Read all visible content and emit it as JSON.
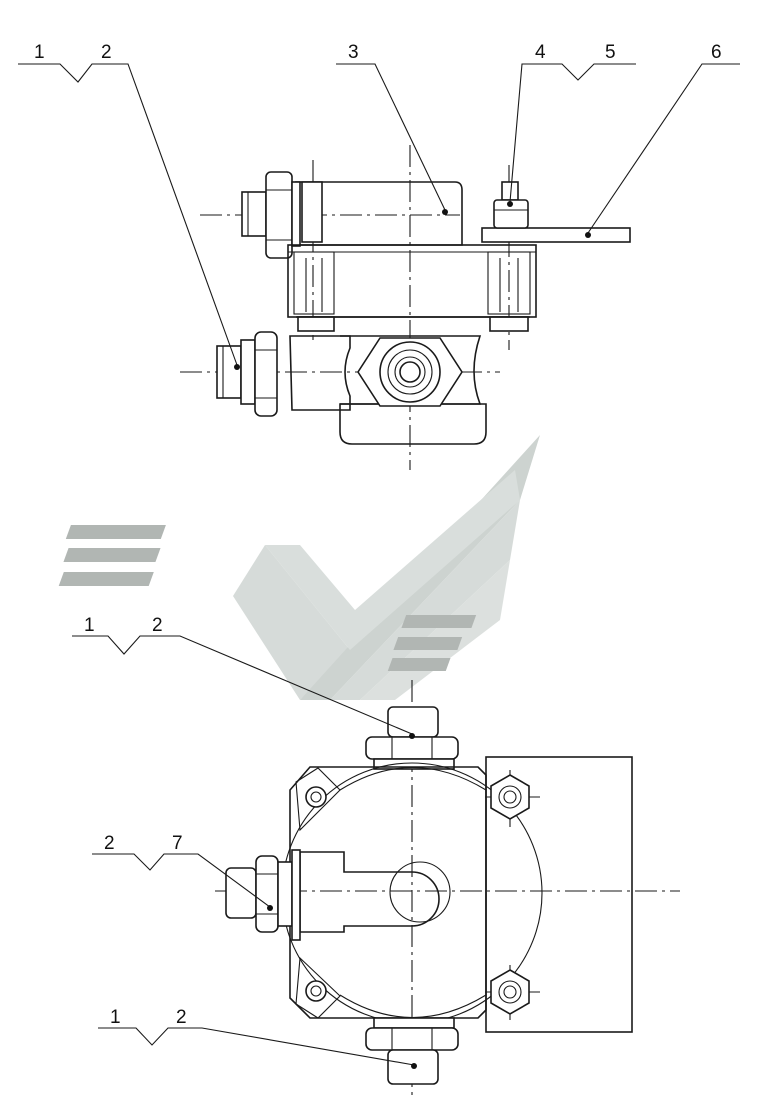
{
  "drawing": {
    "callouts": {
      "top_left_1": "1",
      "top_left_2": "2",
      "top_3": "3",
      "top_4": "4",
      "top_5": "5",
      "top_6": "6",
      "mid_1": "1",
      "mid_2": "2",
      "left_2": "2",
      "left_7": "7",
      "bottom_1": "1",
      "bottom_2": "2"
    },
    "watermark_colors": {
      "light": "#c9cfcc",
      "dark": "#9aa09d"
    }
  }
}
